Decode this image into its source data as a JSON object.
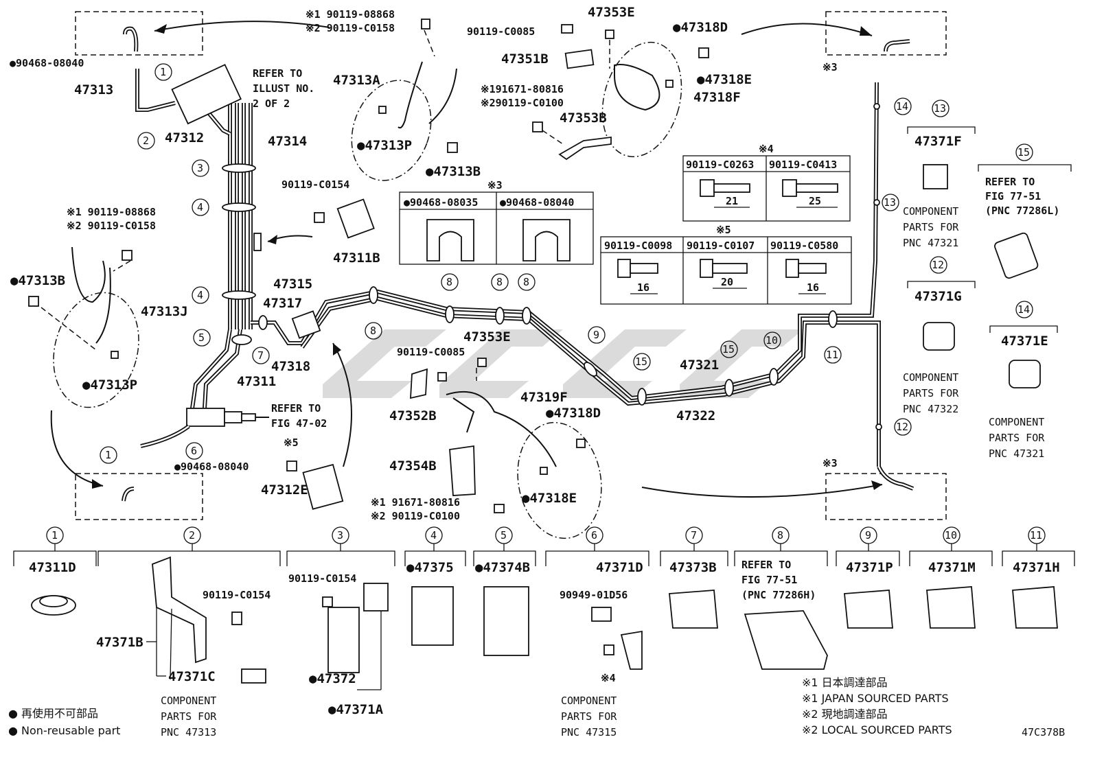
{
  "diagram": {
    "code": "47C378B",
    "labels": {
      "l47313": "47313",
      "l47312": "47312",
      "l47314": "47314",
      "l47315": "47315",
      "l47317": "47317",
      "l47318": "47318",
      "l47311": "47311",
      "l47313A": "47313A",
      "l47313P_a": "●47313P",
      "l47313B_a": "●47313B",
      "l47313B_b": "●47313B",
      "l47313J": "47313J",
      "l47313P_b": "●47313P",
      "l47311B": "47311B",
      "l47312E": "47312E",
      "l47352B": "47352B",
      "l47353E_a": "47353E",
      "l47353E_b": "47353E",
      "l47319F": "47319F",
      "l47354B": "47354B",
      "l47318D_a": "●47318D",
      "l47318D_b": "●47318D",
      "l47318E_a": "●47318E",
      "l47318E_b": "●47318E",
      "l47318F": "47318F",
      "l47351B": "47351B",
      "l47353B": "47353B",
      "l47321": "47321",
      "l47322": "47322",
      "l47371F": "47371F",
      "l47371G": "47371G",
      "l47371E": "47371E",
      "p9046808040a": "●90468-08040",
      "p9046808040b": "●90468-08040",
      "p90119C0154a": "90119-C0154",
      "p90119C0154b": "90119-C0154",
      "p90119C0154c": "90119-C0154",
      "p90119C0085a": "90119-C0085",
      "p90119C0085b": "90119-C0085",
      "r1a": "※1 90119-08868",
      "r2a": "※2 90119-C0158",
      "r1b": "※1 90119-08868",
      "r2b": "※2 90119-C0158",
      "r1c": "※191671-80816",
      "r2c": "※290119-C0100",
      "r1d": "※1 91671-80816",
      "r2d": "※2 90119-C0100",
      "x3a": "※3",
      "x3b": "※3",
      "x5": "※5",
      "x4": "※4"
    },
    "refer": {
      "r1": [
        "REFER TO",
        "ILLUST NO.",
        "2 OF 2"
      ],
      "r2": [
        "REFER TO",
        "FIG 47-02"
      ],
      "r3": [
        "REFER TO",
        "FIG 77-51",
        "(PNC 77286L)"
      ],
      "r8": [
        "REFER TO",
        "FIG 77-51",
        "(PNC 77286H)"
      ]
    },
    "components": {
      "c47321a": [
        "COMPONENT",
        "PARTS FOR",
        "PNC 47321"
      ],
      "c47322": [
        "COMPONENT",
        "PARTS FOR",
        "PNC 47322"
      ],
      "c47321b": [
        "COMPONENT",
        "PARTS FOR",
        "PNC 47321"
      ],
      "c47313": [
        "COMPONENT",
        "PARTS FOR",
        "PNC 47313"
      ],
      "c47315": [
        "COMPONENT",
        "PARTS FOR",
        "PNC 47315"
      ]
    },
    "table3": {
      "mark": "※3",
      "cols": [
        "●90468-08035",
        "●90468-08040"
      ]
    },
    "table4": {
      "mark": "※4",
      "cols": [
        "90119-C0263",
        "90119-C0413"
      ],
      "dims": [
        "21",
        "25"
      ]
    },
    "table5": {
      "mark": "※5",
      "cols": [
        "90119-C0098",
        "90119-C0107",
        "90119-C0580"
      ],
      "dims": [
        "16",
        "20",
        "16"
      ]
    },
    "bottom_parts": [
      {
        "num": "1",
        "pnc": "47311D"
      },
      {
        "num": "2",
        "pnc": ""
      },
      {
        "num": "3",
        "pnc": ""
      },
      {
        "num": "4",
        "pnc": "●47375"
      },
      {
        "num": "5",
        "pnc": "●47374B"
      },
      {
        "num": "6",
        "pnc": "47371D"
      },
      {
        "num": "7",
        "pnc": "47373B"
      },
      {
        "num": "8",
        "pnc": ""
      },
      {
        "num": "9",
        "pnc": "47371P"
      },
      {
        "num": "10",
        "pnc": "47371M"
      },
      {
        "num": "11",
        "pnc": "47371H"
      }
    ],
    "sub2": {
      "a": "90119-C0154",
      "b": "47371B",
      "c": "47371C"
    },
    "sub3": {
      "a": "90119-C0154",
      "b": "●47372",
      "c": "●47371A"
    },
    "sub6": {
      "a": "90949-01D56",
      "b": "※4"
    },
    "legend": {
      "jp": "● 再使用不可部品",
      "en": "● Non-reusable part",
      "n1jp": "※1 日本調達部品",
      "n1en": "※1 JAPAN SOURCED PARTS",
      "n2jp": "※2 現地調達部品",
      "n2en": "※2 LOCAL SOURCED PARTS"
    },
    "callouts": {
      "c13top": "13",
      "c13mid": "13",
      "c14a": "14",
      "c14b": "14",
      "c12a": "12",
      "c12b": "12",
      "c15a": "15",
      "c15b": "15",
      "c15c": "15",
      "c1a": "1",
      "c1b": "1",
      "c2": "2",
      "c3": "3",
      "c4a": "4",
      "c4b": "4",
      "c5": "5",
      "c6": "6",
      "c7": "7",
      "c8a": "8",
      "c8b": "8",
      "c8c": "8",
      "c8d": "8",
      "c9": "9",
      "c10": "10",
      "c11": "11"
    }
  }
}
